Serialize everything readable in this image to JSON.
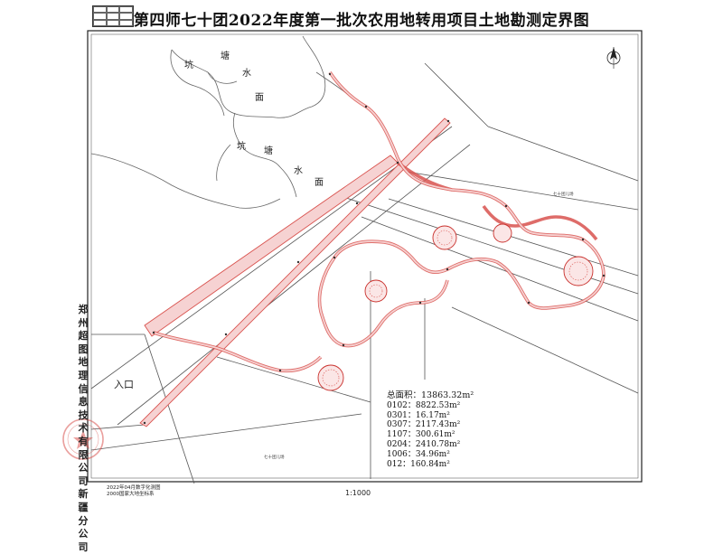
{
  "title": "第四师七十团2022年度第一批次农用地转用项目土地勘测定界图",
  "map_labels": {
    "pond1_chars": [
      "坑",
      "塘",
      "水",
      "面"
    ],
    "pond2_chars": [
      "坑",
      "塘",
      "水",
      "面"
    ],
    "entrance": "入口",
    "road_bottom": "七十团儿场",
    "road_right": "七十团儿场"
  },
  "company_name": "郑州超图地理信息技术有限公司新疆分公司",
  "areas": {
    "total": "总面积：13863.32m²",
    "items": [
      "0102：8822.53m²",
      "0301：16.17m²",
      "0307：2117.43m²",
      "1107：300.61m²",
      "0204：2410.78m²",
      "1006：34.96m²",
      "012：160.84m²"
    ]
  },
  "scale": "1:1000",
  "footer_left": [
    "2022年04月数字化测图",
    "2000国家大地坐标系"
  ],
  "colors": {
    "boundary": "#d9534f",
    "boundary_fill": "#f6d2d2",
    "linework": "#555555",
    "frame": "#222222"
  }
}
